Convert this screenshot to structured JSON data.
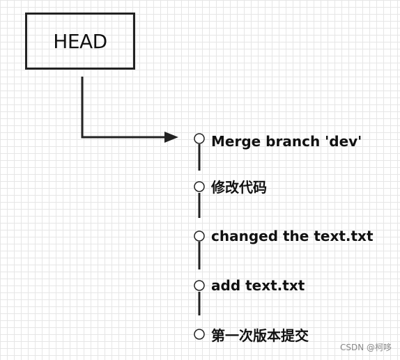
{
  "head": {
    "label": "HEAD"
  },
  "commits": [
    {
      "message": "Merge branch 'dev'"
    },
    {
      "message": "修改代码"
    },
    {
      "message": "changed the text.txt"
    },
    {
      "message": "add text.txt"
    },
    {
      "message": "第一次版本提交"
    }
  ],
  "watermark": "CSDN @柯哆",
  "colors": {
    "ink": "#222222",
    "grid": "#e6e6e6"
  }
}
